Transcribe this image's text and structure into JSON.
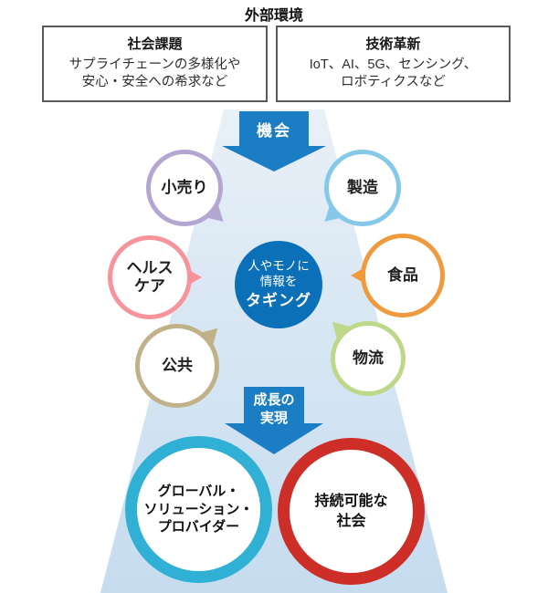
{
  "header": {
    "title": "外部環境"
  },
  "environment": {
    "boxes": [
      {
        "title": "社会課題",
        "body": "サプライチェーンの多様化や\n安心・安全への希求など"
      },
      {
        "title": "技術革新",
        "body": "IoT、AI、5G、センシング、\nロボティクスなど"
      }
    ]
  },
  "arrows": {
    "opportunity": {
      "label": "機会",
      "color": "#1b7ec4"
    },
    "growth": {
      "label": "成長の\n実現",
      "color": "#1b7ec4"
    }
  },
  "core": {
    "label": "人やモノに\n情報を",
    "label_bold": "タギング",
    "color": "#0b70b8"
  },
  "sectors": [
    {
      "id": "retail",
      "label": "小売り",
      "color": "#b3a6d3"
    },
    {
      "id": "manufacturing",
      "label": "製造",
      "color": "#85c8e8"
    },
    {
      "id": "healthcare",
      "label": "ヘルス\nケア",
      "color": "#f8929b"
    },
    {
      "id": "food",
      "label": "食品",
      "color": "#f09a3e"
    },
    {
      "id": "public",
      "label": "公共",
      "color": "#c1b189"
    },
    {
      "id": "logistics",
      "label": "物流",
      "color": "#bdd888"
    }
  ],
  "outcomes": [
    {
      "id": "provider",
      "label": "グローバル・\nソリューション・\nプロバイダー",
      "color": "#2fb0d4"
    },
    {
      "id": "sustainable",
      "label": "持続可能な\n社会",
      "color": "#cd2f28"
    }
  ]
}
